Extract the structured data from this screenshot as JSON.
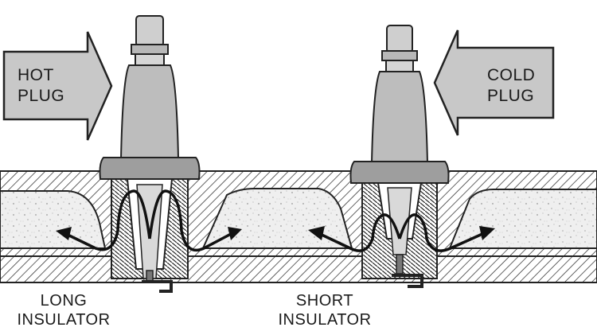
{
  "labels": {
    "hot_arrow": [
      "HOT",
      "PLUG"
    ],
    "cold_arrow": [
      "COLD",
      "PLUG"
    ],
    "long_insulator": [
      "LONG",
      "INSULATOR"
    ],
    "short_insulator": [
      "SHORT",
      "INSULATOR"
    ]
  },
  "colors": {
    "ink": "#1a1a1a",
    "plug_body": "#bdbdbd",
    "arrow_fill": "#c8c8c8",
    "head_fill": "#ececec",
    "background": "#ffffff"
  }
}
